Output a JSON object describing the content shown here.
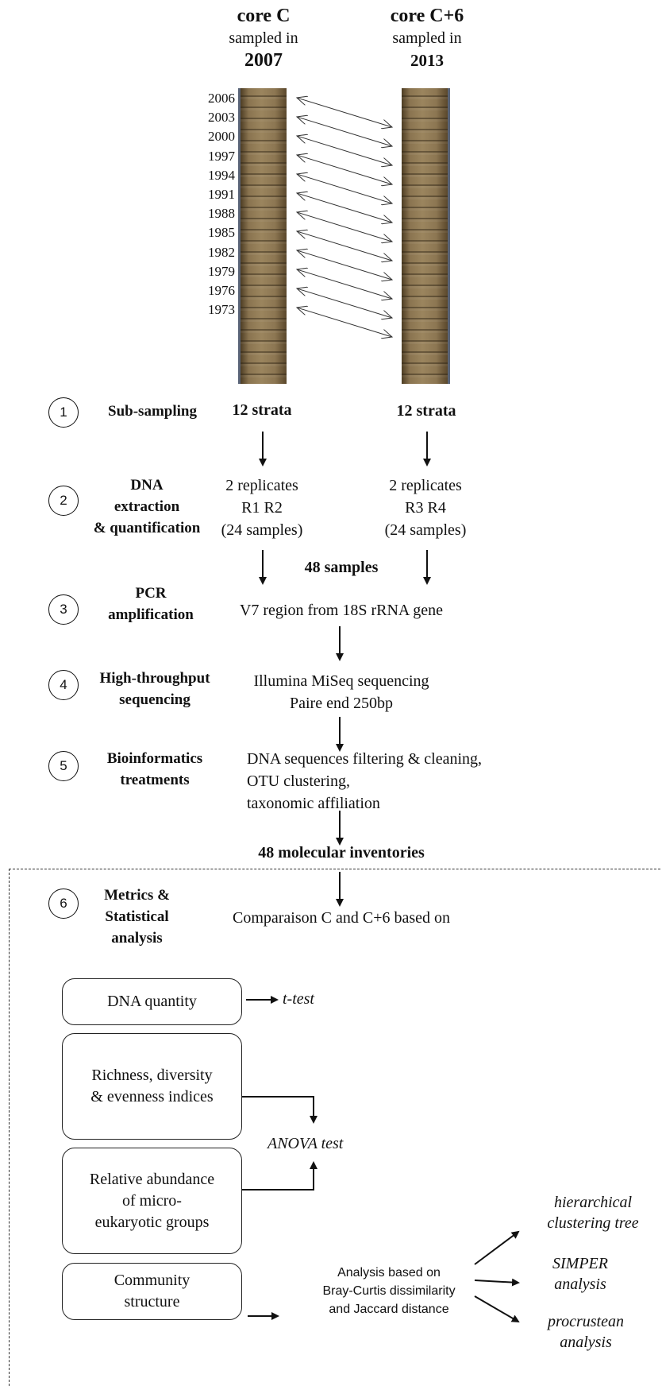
{
  "cores": {
    "left": {
      "name": "core C",
      "sampled_text": "sampled in",
      "year": "2007"
    },
    "right": {
      "name": "core C+6",
      "sampled_text": "sampled in",
      "year": "2013"
    },
    "layer_years": [
      "2006",
      "2003",
      "2000",
      "1997",
      "1994",
      "1991",
      "1988",
      "1985",
      "1982",
      "1979",
      "1976",
      "1973"
    ]
  },
  "steps": [
    {
      "number": "1",
      "label": "Sub-sampling"
    },
    {
      "number": "2",
      "label_lines": [
        "DNA",
        "extraction",
        "& quantification"
      ]
    },
    {
      "number": "3",
      "label_lines": [
        "PCR",
        "amplification"
      ]
    },
    {
      "number": "4",
      "label_lines": [
        "High-throughput",
        "sequencing"
      ]
    },
    {
      "number": "5",
      "label_lines": [
        "Bioinformatics",
        "treatments"
      ]
    },
    {
      "number": "6",
      "label_lines": [
        "Metrics &",
        "Statistical",
        "analysis"
      ]
    }
  ],
  "subsampling": {
    "left": "12 strata",
    "right": "12 strata"
  },
  "extraction": {
    "left": [
      "2 replicates",
      "R1  R2",
      "(24 samples)"
    ],
    "right": [
      "2 replicates",
      "R3  R4",
      "(24 samples)"
    ],
    "total": "48 samples"
  },
  "pcr": {
    "text": "V7 region from 18S rRNA gene"
  },
  "sequencing": {
    "lines": [
      "Illumina MiSeq sequencing",
      "Paire end 250bp"
    ]
  },
  "bioinformatics": {
    "lines": [
      "DNA sequences filtering & cleaning,",
      "OTU clustering,",
      "taxonomic affiliation"
    ]
  },
  "inventories": {
    "text": "48 molecular inventories"
  },
  "metrics": {
    "comparison_text": "Comparaison C and C+6 based on",
    "boxes": {
      "dna_quantity": "DNA quantity",
      "richness": [
        "Richness, diversity",
        "& evenness indices"
      ],
      "relative_abundance": [
        "Relative abundance",
        "of micro-",
        "eukaryotic groups"
      ],
      "community": [
        "Community",
        "structure"
      ]
    },
    "tests": {
      "t_test": "t-test",
      "anova": "ANOVA test"
    },
    "analysis_based": [
      "Analysis based on",
      "Bray-Curtis dissimilarity",
      "and Jaccard distance"
    ],
    "outputs": {
      "hierarchical": [
        "hierarchical",
        "clustering tree"
      ],
      "simper": [
        "SIMPER",
        "analysis"
      ],
      "procrustean": [
        "procrustean",
        "analysis"
      ]
    }
  }
}
